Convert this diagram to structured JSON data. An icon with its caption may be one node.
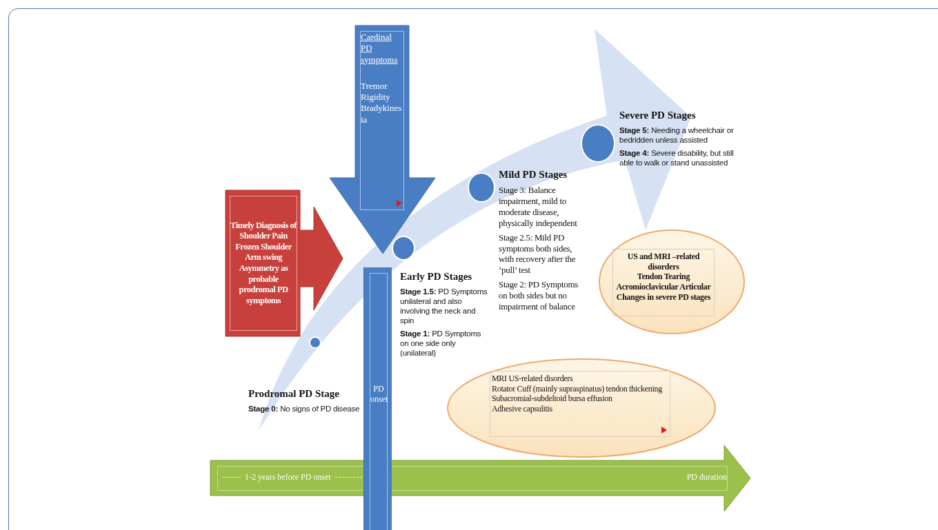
{
  "diagram": {
    "nodes": [
      {
        "text": [
          "Cardinal PD symptoms",
          "Tremor Rigidity Bradykinesia"
        ]
      },
      {
        "text": [
          "Timely Diagnosis of Shoulder Pain Frozen Shoulder Arm swing Asymmetry as probable prodromal PD symptoms"
        ]
      },
      {
        "text": [],
        "shape": "circle",
        "beside": [
          "Prodromal PD Stage",
          "**Stage 0:** No signs of PD disease"
        ]
      },
      {
        "text": [],
        "shape": "circle",
        "beside": [
          "Early PD Stages",
          "**Stage 1.5:** PD Symptoms unilateral and also involving the neck and spin",
          "**Stage 1:** PD Symptoms on one side only (unilateral)"
        ]
      },
      {
        "text": [],
        "shape": "circle",
        "beside": [
          "Mild PD Stages",
          "Stage 3: Balance impairment, mild to moderate disease, physically independent",
          "Stage 2.5: Mild PD symptoms both sides, with recovery after the ‘pull’ test",
          "Stage 2: PD Symptoms on both sides but no impairment of balance"
        ]
      },
      {
        "text": [],
        "shape": "circle",
        "beside": [
          "Severe PD Stages",
          "**Stage 5:** Needing a wheelchair or bedridden unless assisted",
          "**Stage 4:** Severe disability, but still able to walk or stand unassisted"
        ]
      },
      {
        "text": [
          "PD onset"
        ]
      },
      {
        "text": [
          "US and MRI –related disorders",
          "Tendon Tearing",
          "Acromioclavicular Articular Changes in severe PD stages"
        ]
      },
      {
        "text": [
          "MRI US-related disorders",
          "Rotator Cuff (mainly supraspinatus) tendon thickening",
          "Subacromial-subdeltoid bursa effusion",
          "Adhesive capsulitis"
        ]
      },
      {
        "text": [
          "1-2 years before PD onset",
          "PD duration"
        ]
      }
    ]
  }
}
